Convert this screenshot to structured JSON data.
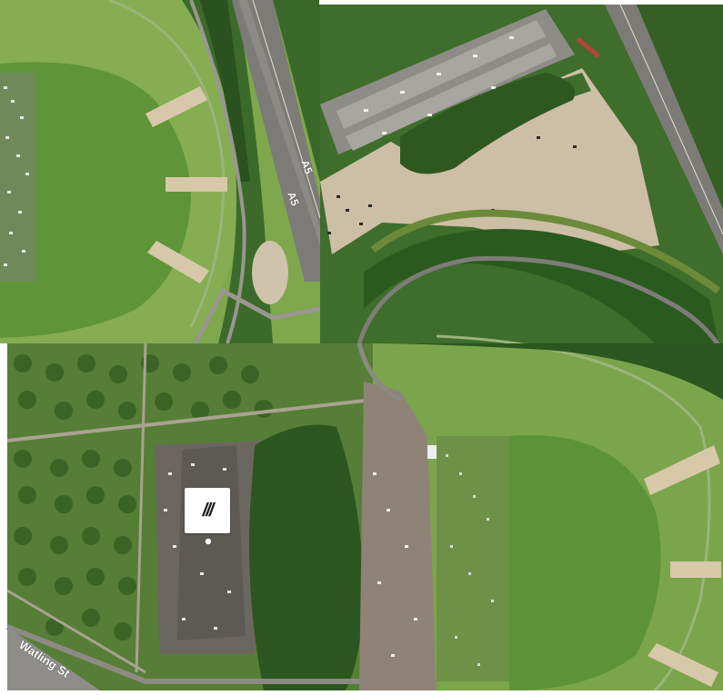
{
  "map": {
    "road_labels": {
      "a5_upper": "A5",
      "a5_lower": "A5",
      "watling_st": "Watling St"
    },
    "marker": {
      "glyph": "///"
    },
    "colors": {
      "grass_light": "#7fa84a",
      "grass_mid": "#6b9a3c",
      "grass_dark": "#5a8a32",
      "trees": "#2f5a22",
      "trees_dark": "#24481a",
      "gravel": "#c9bfa6",
      "asphalt": "#8a8a86",
      "tarmac_dark": "#5d5a55",
      "track": "#d6c6a8",
      "highway": "#7a7874"
    }
  }
}
